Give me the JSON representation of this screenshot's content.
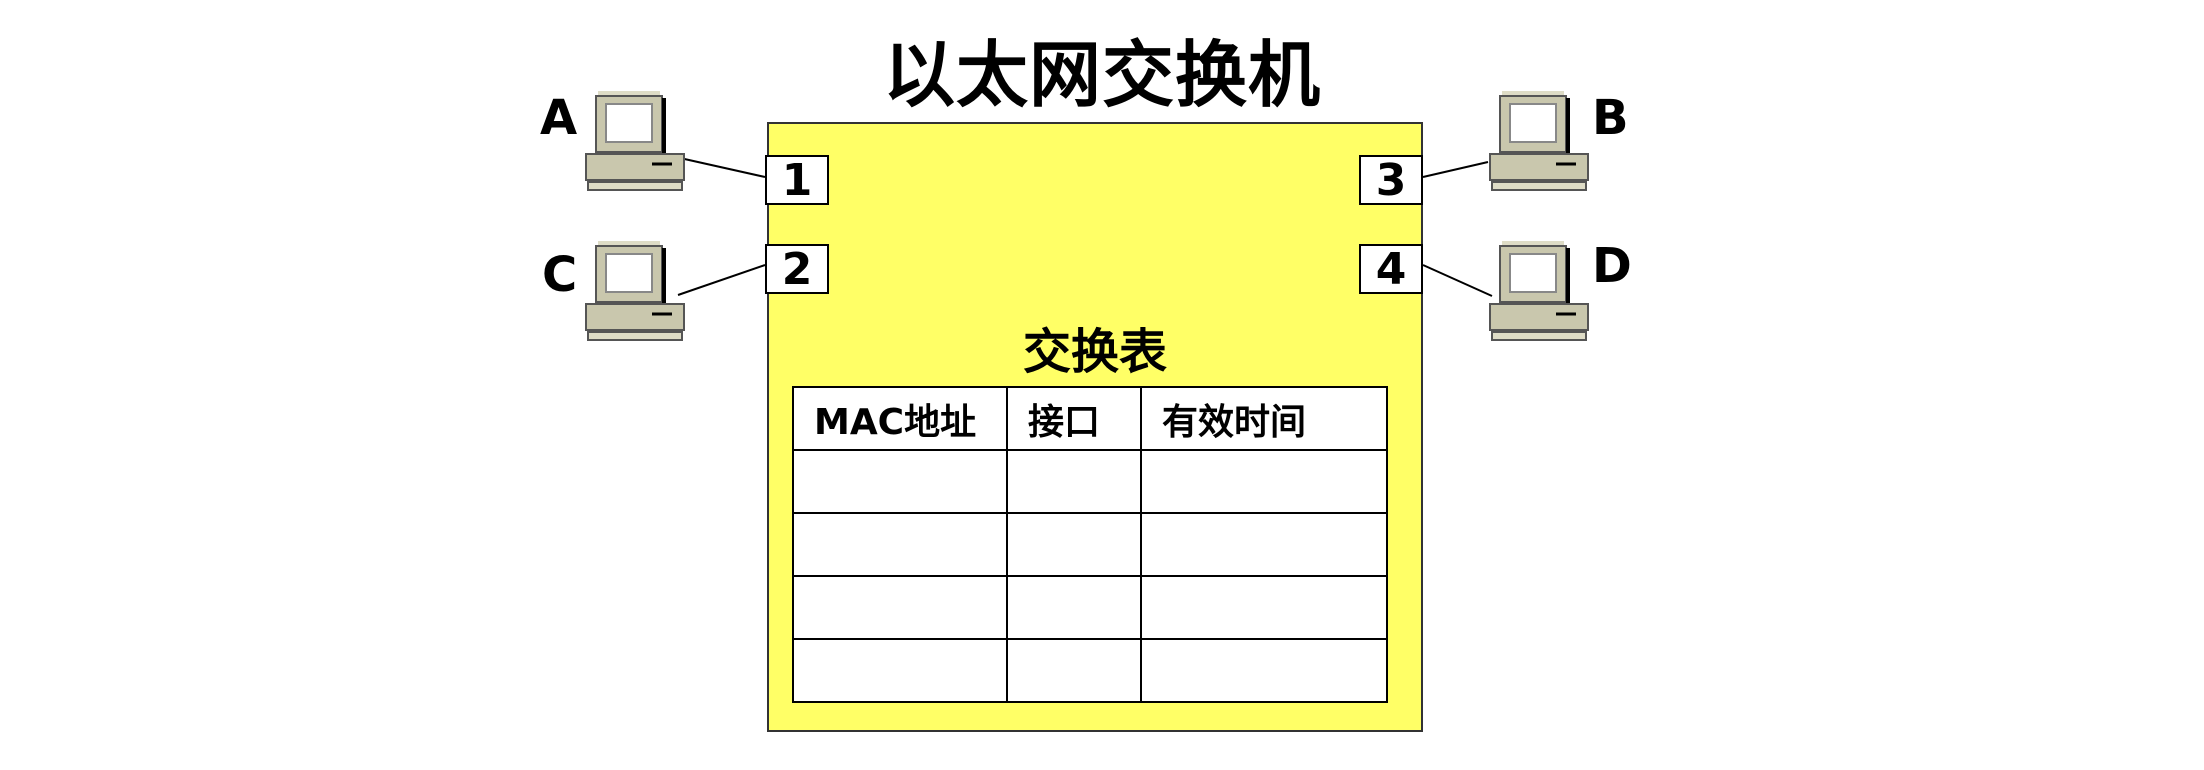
{
  "title": "以太网交换机",
  "ports": [
    "1",
    "2",
    "3",
    "4"
  ],
  "hosts": {
    "a": "A",
    "b": "B",
    "c": "C",
    "d": "D"
  },
  "table": {
    "title": "交换表",
    "headers": [
      "MAC地址",
      "接口",
      "有效时间"
    ],
    "rows": [
      [
        "",
        "",
        ""
      ],
      [
        "",
        "",
        ""
      ],
      [
        "",
        "",
        ""
      ],
      [
        "",
        "",
        ""
      ]
    ]
  },
  "colors": {
    "switch": "#ffff66",
    "computer": "#c9c7ad"
  },
  "icons": [
    "computer-icon"
  ]
}
